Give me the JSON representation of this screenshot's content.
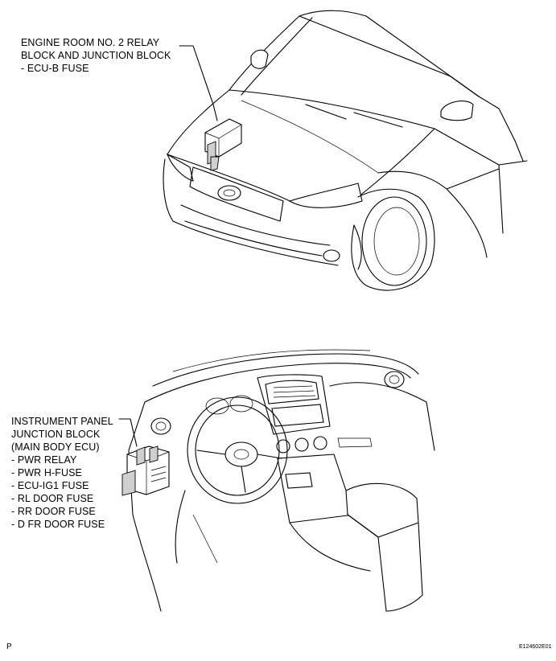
{
  "engine_room_callout": {
    "lines": [
      "ENGINE ROOM NO. 2 RELAY",
      "BLOCK AND JUNCTION BLOCK",
      "- ECU-B FUSE"
    ]
  },
  "instrument_panel_callout": {
    "lines": [
      "INSTRUMENT PANEL",
      "JUNCTION BLOCK",
      "(MAIN BODY ECU)",
      " - PWR RELAY",
      " - PWR H-FUSE",
      " - ECU-IG1 FUSE",
      " - RL DOOR FUSE",
      " - RR DOOR FUSE",
      " - D FR DOOR FUSE"
    ]
  },
  "footer": {
    "left_letter": "P",
    "figure_code": "E124602E01"
  }
}
